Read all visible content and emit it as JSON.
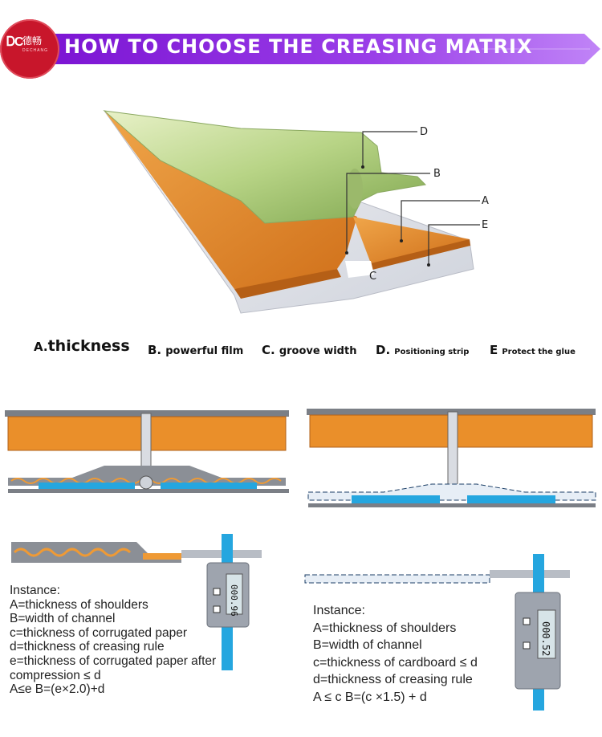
{
  "header": {
    "title": "HOW TO CHOOSE THE CREASING MATRIX",
    "logo_cn": "德畅",
    "logo_en": "DECHANG"
  },
  "diagram": {
    "callouts": [
      "D",
      "B",
      "A",
      "E",
      "C"
    ],
    "legend": [
      {
        "key": "A.",
        "text": "thickness"
      },
      {
        "key": "B.",
        "text": "powerful film"
      },
      {
        "key": "C.",
        "text": "groove width"
      },
      {
        "key": "D.",
        "text": "Positioning strip"
      },
      {
        "key": "E",
        "text": "Protect the glue"
      }
    ]
  },
  "left_example": {
    "caliper_reading": "000.96",
    "notes": [
      "Instance:",
      "A=thickness of shoulders",
      "B=width of channel",
      "c=thickness of corrugated paper",
      "d=thickness of creasing rule",
      "e=thickness of corrugated paper after",
      "compression ≤ d",
      "A≤e B=(e×2.0)+d"
    ]
  },
  "right_example": {
    "caliper_reading": "000.52",
    "notes": [
      "Instance:",
      "A=thickness of shoulders",
      "B=width of channel",
      "c=thickness of cardboard ≤ d",
      "d=thickness of creasing rule",
      "A ≤ c   B=(c ×1.5) + d"
    ]
  },
  "colors": {
    "banner_start": "#8a1bd8",
    "banner_end": "#b06cf3",
    "logo_red": "#c8162b",
    "matrix_green": "#b9d58a",
    "board_orange": "#e88a26",
    "channel_blue": "#24a9e0"
  }
}
